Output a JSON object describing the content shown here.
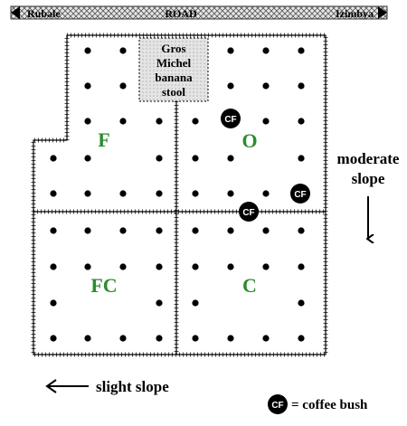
{
  "road": {
    "left_label": "Rubale",
    "center_label": "ROAD",
    "right_label": "Izimbya"
  },
  "stool_label": [
    "Gros",
    "Michel",
    "banana",
    "stool"
  ],
  "plots": {
    "F": "F",
    "O": "O",
    "FC": "FC",
    "C": "C"
  },
  "coffee_marker": "CF",
  "slopes": {
    "moderate_line1": "moderate",
    "moderate_line2": "slope",
    "slight": "slight slope"
  },
  "legend": {
    "symbol": "CF",
    "text": "= coffee bush"
  },
  "colors": {
    "plot_label": "#2e8b2e",
    "road_fill": "#cfcfcf",
    "stool_fill": "#d8d8d8",
    "dot": "#000000"
  }
}
